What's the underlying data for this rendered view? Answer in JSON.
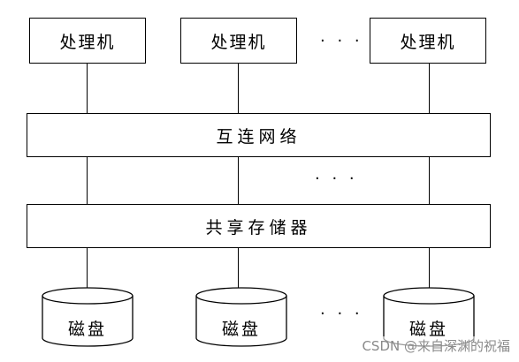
{
  "processors": [
    {
      "label": "处理机"
    },
    {
      "label": "处理机"
    },
    {
      "label": "处理机"
    }
  ],
  "processor_ellipsis": "· · ·",
  "interconnect": {
    "label": "互连网络"
  },
  "middle_ellipsis": "· · ·",
  "shared_memory": {
    "label": "共享存储器"
  },
  "disks": [
    {
      "label": "磁盘"
    },
    {
      "label": "磁盘"
    },
    {
      "label": "磁盘"
    }
  ],
  "disk_ellipsis": "· · ·",
  "watermark": "CSDN @来自深渊的祝福"
}
